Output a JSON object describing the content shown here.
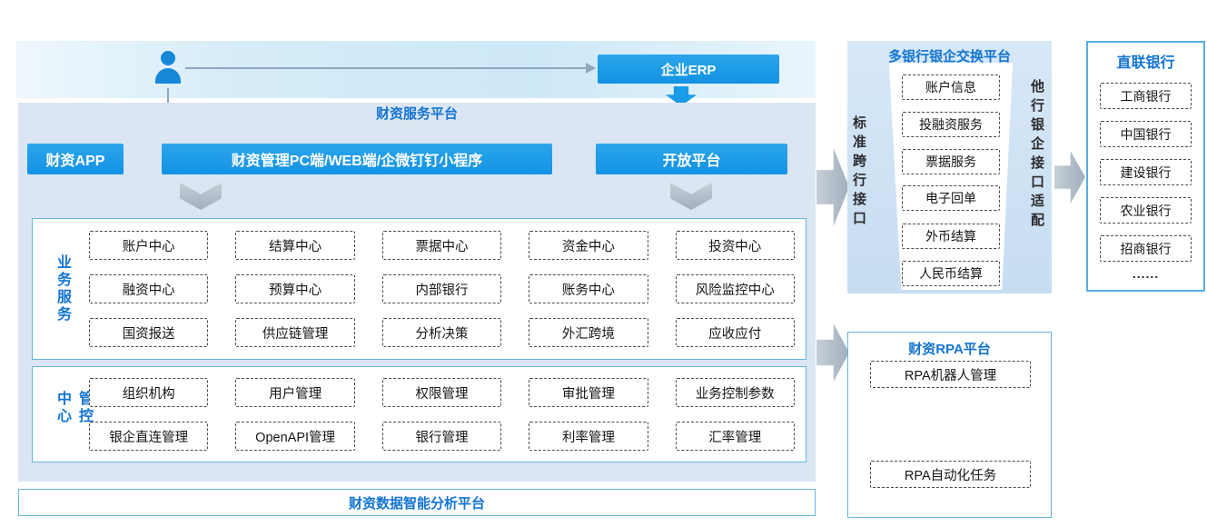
{
  "colors": {
    "accent_blue": "#1a9ce8",
    "title_blue": "#1374d2",
    "panel_bg": "#dbe6f2",
    "exchange_panel_bg": "#cfe2f4",
    "border_blue": "#64b5e6",
    "arrow_gray": "#aab5c2"
  },
  "icons": {
    "user": "user-icon",
    "arrow_right": "arrow-right-icon",
    "arrow_down": "arrow-down-icon",
    "chevron_down": "chevron-down-icon",
    "block_arrow_right": "block-arrow-right-icon"
  },
  "top": {
    "erp_label": "企业ERP"
  },
  "platform": {
    "title": "财资服务平台",
    "apps": [
      "财资APP",
      "财资管理PC端/WEB端/企微钉钉小程序",
      "开放平台"
    ]
  },
  "business": {
    "label": "业务服务",
    "items": [
      "账户中心",
      "结算中心",
      "票据中心",
      "资金中心",
      "投资中心",
      "融资中心",
      "预算中心",
      "内部银行",
      "账务中心",
      "风险监控中心",
      "国资报送",
      "供应链管理",
      "分析决策",
      "外汇跨境",
      "应收应付"
    ]
  },
  "control": {
    "label": "管控中心",
    "items": [
      "组织机构",
      "用户管理",
      "权限管理",
      "审批管理",
      "业务控制参数",
      "银企直连管理",
      "OpenAPI管理",
      "银行管理",
      "利率管理",
      "汇率管理"
    ]
  },
  "analysis": {
    "label": "财资数据智能分析平台"
  },
  "exchange": {
    "title": "多银行银企交换平台",
    "left_label": "标准跨行接口",
    "right_label": "他行银企接口适配",
    "items": [
      "账户信息",
      "投融资服务",
      "票据服务",
      "电子回单",
      "外币结算",
      "人民币结算"
    ]
  },
  "banks": {
    "title": "直联银行",
    "items": [
      "工商银行",
      "中国银行",
      "建设银行",
      "农业银行",
      "招商银行",
      "......"
    ]
  },
  "rpa": {
    "title": "财资RPA平台",
    "items": [
      "RPA机器人管理",
      "RPA自动化任务"
    ]
  }
}
